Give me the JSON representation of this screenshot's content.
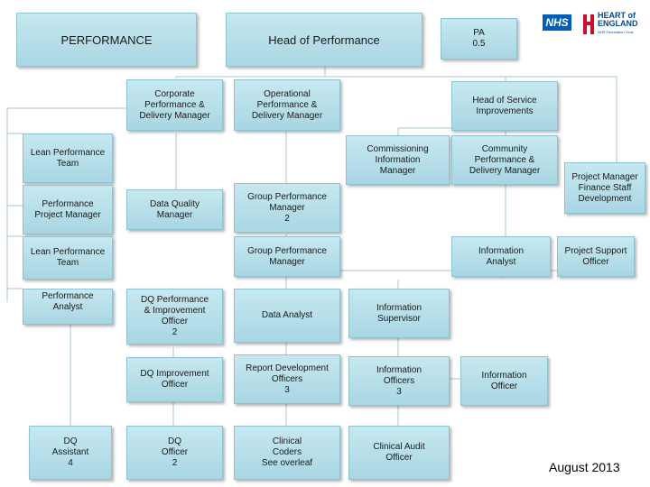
{
  "header": {
    "performance": "PERFORMANCE",
    "head_of_performance": "Head of Performance",
    "pa": "PA\n0.5"
  },
  "logo": {
    "nhs": "NHS",
    "trust_name": "HEART of\nENGLAND",
    "trust_subtitle": "NHS Foundation Trust"
  },
  "roles": {
    "corporate_performance": "Corporate\nPerformance &\nDelivery Manager",
    "operational_performance": "Operational\nPerformance &\nDelivery Manager",
    "head_of_service_improvements": "Head of Service\nImprovements",
    "lean_performance_team_1": "Lean Performance\nTeam",
    "commissioning_information": "Commissioning\nInformation\nManager",
    "community_performance": "Community\nPerformance &\nDelivery Manager",
    "project_manager_finance": "Project Manager\nFinance Staff\nDevelopment",
    "performance_project_manager": "Performance\nProject Manager",
    "data_quality_manager": "Data Quality\nManager",
    "group_performance_manager_2": "Group Performance\nManager\n2",
    "lean_performance_team_2": "Lean Performance\nTeam",
    "group_performance_manager": "Group Performance\nManager",
    "information_analyst": "Information\nAnalyst",
    "project_support_officer": "Project  Support\nOfficer",
    "performance_analyst": "Performance\nAnalyst",
    "dq_performance_improvement": "DQ Performance\n& Improvement\nOfficer\n2",
    "data_analyst": "Data Analyst",
    "information_supervisor": "Information\nSupervisor",
    "dq_improvement_officer": "DQ Improvement\nOfficer",
    "report_development_officers": "Report Development\nOfficers\n3",
    "information_officers": "Information\nOfficers\n3",
    "information_officer": "Information\nOfficer",
    "dq_assistant": "DQ\nAssistant\n4",
    "dq_officer": "DQ\nOfficer\n2",
    "clinical_coders": "Clinical\nCoders\nSee overleaf",
    "clinical_audit_officer": "Clinical Audit\nOfficer"
  },
  "footer": {
    "date": "August 2013"
  },
  "colors": {
    "box_fill": "#b7dfe9",
    "box_border": "#8fc3d3",
    "connector": "#a9c4d0",
    "nhs_blue": "#005eb8"
  }
}
